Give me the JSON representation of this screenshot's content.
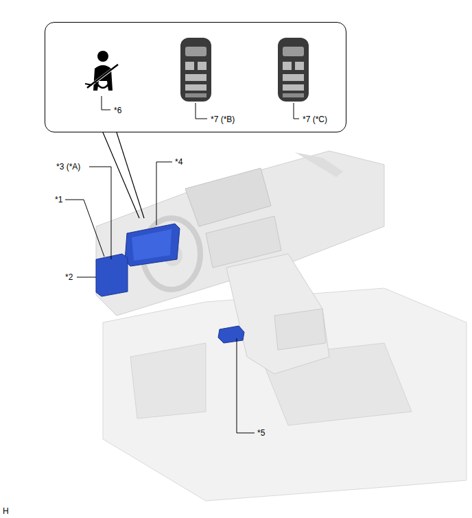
{
  "diagram": {
    "nodes": [
      {
        "text": [
          "*6",
          "*7 (*B)",
          "*7 (*C)"
        ]
      }
    ],
    "labels": [
      "*3 (*A)",
      "*4",
      "*1",
      "*2",
      "*5",
      "H"
    ]
  }
}
